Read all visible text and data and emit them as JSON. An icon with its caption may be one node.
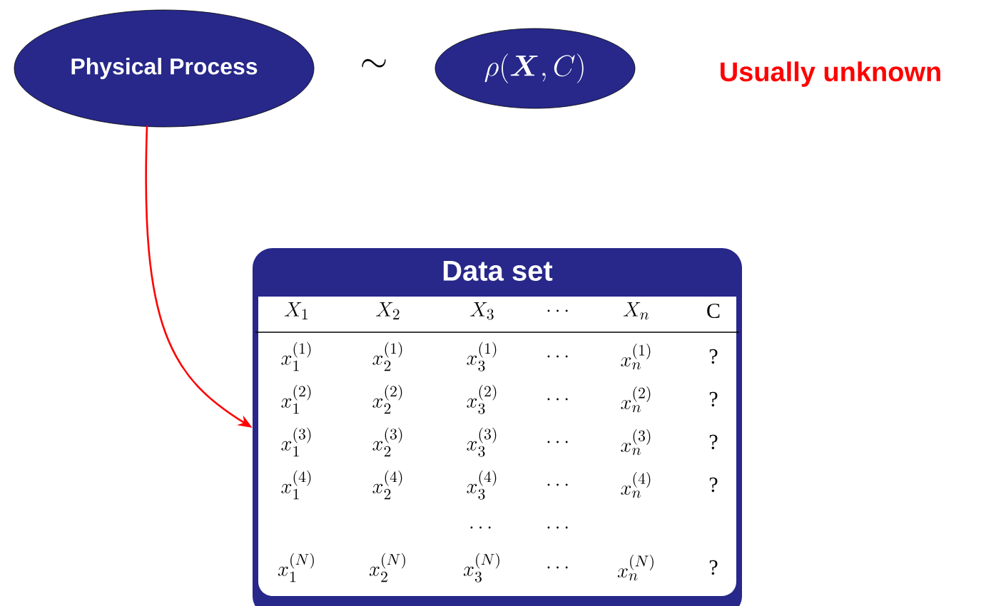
{
  "diagram": {
    "nodes": [
      {
        "text": [
          "Physical Process"
        ]
      },
      {
        "text": [
          "\\rho(\\boldsymbol{X},C)"
        ]
      },
      {
        "text": [
          "Data set"
        ]
      }
    ],
    "edges": [
      {
        "from": 0,
        "to": 2,
        "arrow": "to",
        "color": "#ff0000"
      }
    ],
    "labels": [
      "\\sim",
      "Usually unknown",
      "X_1",
      "X_2",
      "X_3",
      "\\dots",
      "X_n",
      "C",
      "x_1^{(1)}",
      "x_2^{(1)}",
      "x_3^{(1)}",
      "\\dots",
      "x_n^{(1)}",
      "?",
      "x_1^{(2)}",
      "x_2^{(2)}",
      "x_3^{(2)}",
      "\\dots",
      "x_n^{(2)}",
      "?",
      "x_1^{(3)}",
      "x_2^{(3)}",
      "x_3^{(3)}",
      "\\dots",
      "x_n^{(3)}",
      "?",
      "x_1^{(4)}",
      "x_2^{(4)}",
      "x_3^{(4)}",
      "\\dots",
      "x_n^{(4)}",
      "?",
      "\\dots",
      "\\dots",
      "x_1^{(N)}",
      "x_2^{(N)}",
      "x_3^{(N)}",
      "\\dots",
      "x_n^{(N)}",
      "?"
    ]
  }
}
